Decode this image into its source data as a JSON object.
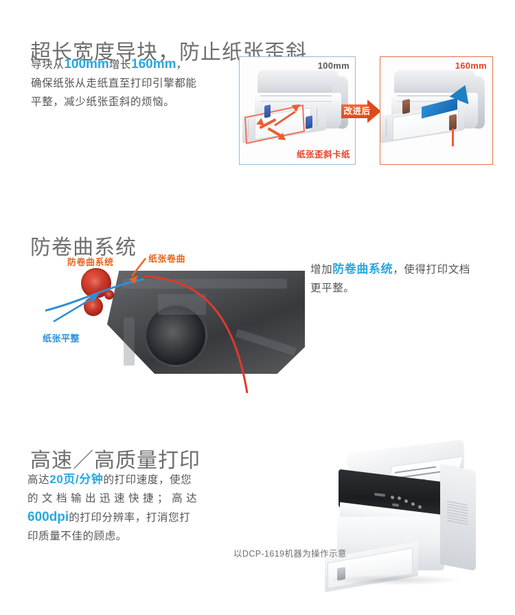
{
  "sections": [
    {
      "id": "paper-guide",
      "title": "超长宽度导块，防止纸张歪斜",
      "paragraph": {
        "p1": "导块从",
        "hl1": "100mm",
        "p2": "增长",
        "hl2": "160mm",
        "p3": "，",
        "line2": "确保纸张从走纸直至打印引擎都能",
        "line3": "平整，减少纸张歪斜的烦恼。"
      },
      "figure": {
        "left_panel": {
          "caption": "100mm",
          "footnote": "纸张歪斜卡纸"
        },
        "arrow_label": "改进后",
        "right_panel": {
          "caption": "160mm",
          "footnote": ""
        }
      }
    },
    {
      "id": "anti-curl",
      "title": "防卷曲系统",
      "paragraph": {
        "p1": "增加",
        "hl1": "防卷曲系统",
        "p2": "，使得打印文档",
        "line2": "更平整。"
      },
      "figure": {
        "label_system": "防卷曲系统",
        "label_curl": "纸张卷曲",
        "label_flat": "纸张平整"
      }
    },
    {
      "id": "speed-quality",
      "title": "高速／高质量打印",
      "paragraph": {
        "p1": "高达",
        "hl1": "20页/分钟",
        "p2": "的打印速度，使您",
        "line2": "的 文 档 输 出 迅 速 快 捷 ； 高 达",
        "hl2": "600dpi",
        "p3": "的打印分辨率，打消您打",
        "line4": "印质量不佳的顾虑。"
      },
      "figure": {
        "caption": "以DCP-1619机器为操作示意"
      }
    }
  ],
  "colors": {
    "title_gray": "#6e6e6e",
    "body_gray": "#555555",
    "accent_blue": "#27a8e0",
    "accent_orange": "#ec6422",
    "accent_red": "#e8432a",
    "panel_blue_border": "#93bcdc",
    "panel_orange_border": "#e2714a"
  }
}
